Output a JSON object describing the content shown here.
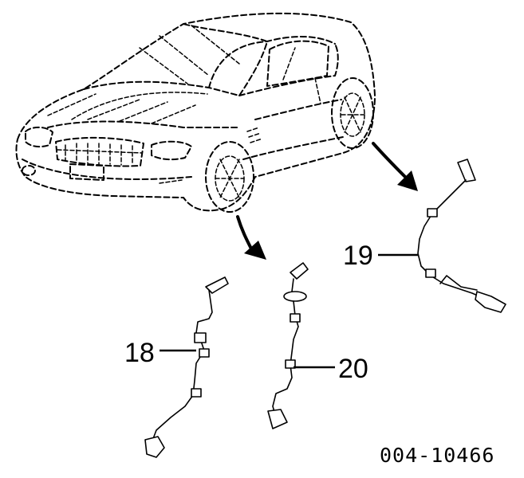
{
  "figure": {
    "part_number": "004-10466"
  },
  "callouts": [
    {
      "id": "cable-front-left",
      "label": "18"
    },
    {
      "id": "cable-rear",
      "label": "19"
    },
    {
      "id": "cable-front-right",
      "label": "20"
    }
  ]
}
